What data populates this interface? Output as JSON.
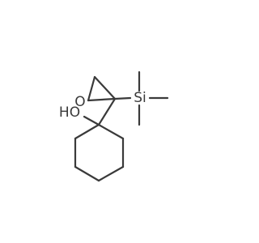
{
  "molecule": {
    "atoms": {
      "oxygen_epoxide": "O",
      "silicon": "Si",
      "hydroxyl": "HO"
    },
    "colors": {
      "bond": "#3a3a3a",
      "label": "#3a3a3a",
      "background": "#ffffff"
    }
  }
}
